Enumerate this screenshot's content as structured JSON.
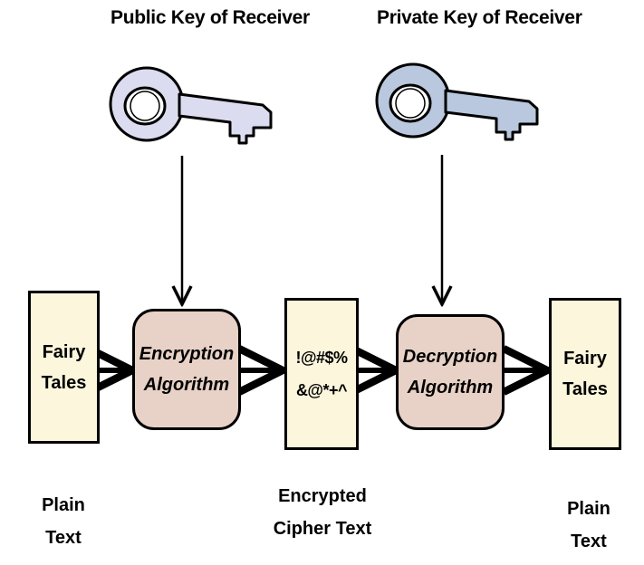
{
  "keys": {
    "public_title": "Public Key of Receiver",
    "private_title": "Private Key of Receiver",
    "public_color": "#dcdcf0",
    "private_color": "#b9c8de"
  },
  "plaintext_left": {
    "line1": "Fairy",
    "line2": "Tales"
  },
  "encryption": {
    "line1": "Encryption",
    "line2": "Algorithm"
  },
  "ciphertext": {
    "line1": "!@#$%",
    "line2": "&@*+^"
  },
  "decryption": {
    "line1": "Decryption",
    "line2": "Algorithm"
  },
  "plaintext_right": {
    "line1": "Fairy",
    "line2": "Tales"
  },
  "captions": {
    "left": {
      "line1": "Plain",
      "line2": "Text"
    },
    "middle": {
      "line1": "Encrypted",
      "line2": "Cipher Text"
    },
    "right": {
      "line1": "Plain",
      "line2": "Text"
    }
  },
  "colors": {
    "document_fill": "#fbf6dc",
    "algorithm_fill": "#e8d1c6"
  }
}
